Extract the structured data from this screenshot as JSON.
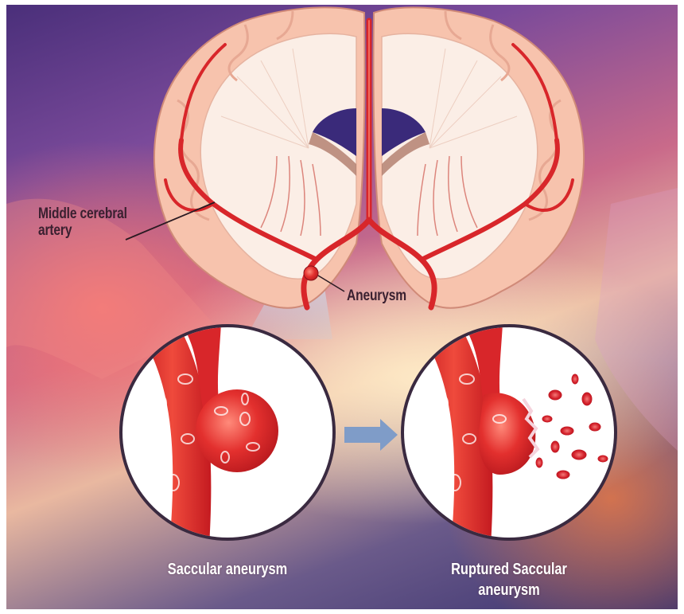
{
  "labels": {
    "middle_cerebral_artery_line1": "Middle cerebral",
    "middle_cerebral_artery_line2": "artery",
    "aneurysm": "Aneurysm"
  },
  "captions": {
    "saccular": "Saccular aneurysm",
    "ruptured_line1": "Ruptured Saccular",
    "ruptured_line2": "aneurysm"
  },
  "colors": {
    "artery_red": "#d8262a",
    "brain_pink": "#f6c9b4",
    "white_matter": "#fbeee6",
    "ventricle": "#3a2a7a",
    "arrow": "#7f9cc8"
  }
}
